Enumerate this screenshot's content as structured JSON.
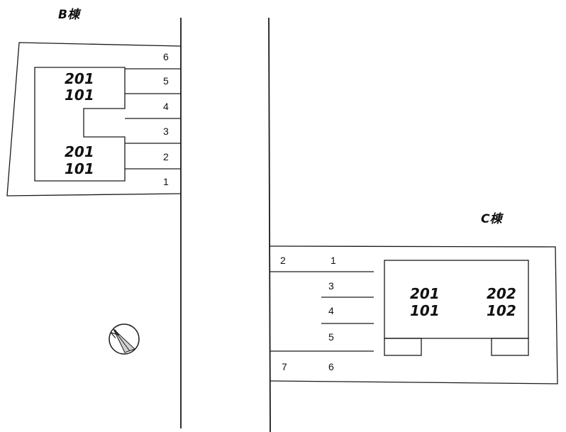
{
  "building_b": {
    "label": "B棟",
    "unit_upper": {
      "top": "201",
      "bottom": "101"
    },
    "unit_lower": {
      "top": "201",
      "bottom": "101"
    },
    "parking": [
      "6",
      "5",
      "4",
      "3",
      "2",
      "1"
    ]
  },
  "building_c": {
    "label": "C棟",
    "unit_left": {
      "top": "201",
      "bottom": "101"
    },
    "unit_right": {
      "top": "202",
      "bottom": "102"
    },
    "parking": [
      "2",
      "1",
      "3",
      "4",
      "5",
      "7",
      "6"
    ]
  },
  "compass": {
    "letter": "N",
    "icon": "north-arrow-icon"
  },
  "colors": {
    "line": "#1a1a1a",
    "background": "#ffffff"
  }
}
